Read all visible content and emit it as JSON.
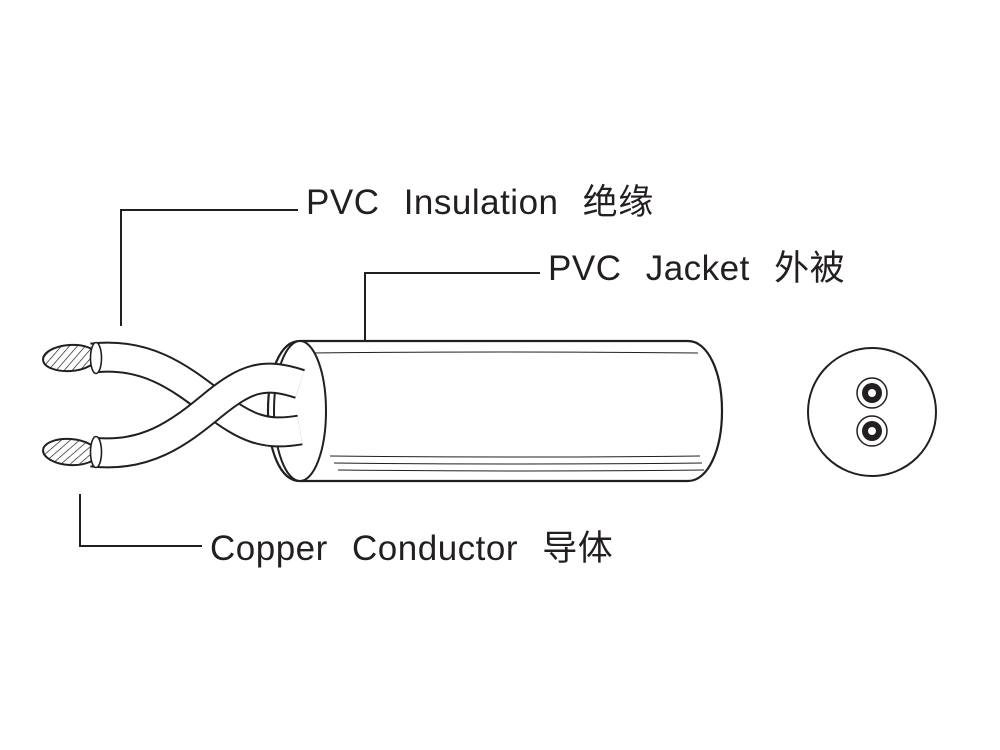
{
  "diagram": {
    "labels": {
      "insulation": "PVC Insulation 绝缘",
      "jacket": "PVC Jacket 外被",
      "conductor": "Copper Conductor 导体"
    },
    "colors": {
      "line": "#231f20",
      "background": "#ffffff"
    }
  }
}
